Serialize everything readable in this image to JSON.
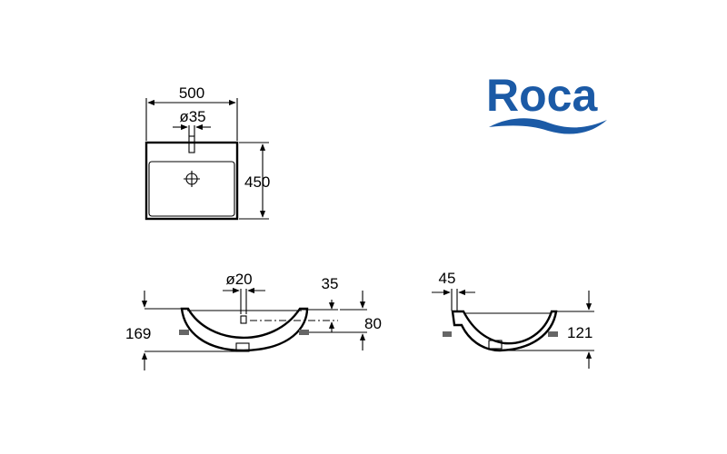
{
  "logo": {
    "text": "Roca",
    "text_color": "#1b5aa6",
    "wave_color": "#1b5aa6"
  },
  "top_view": {
    "width_label": "500",
    "tap_hole_label": "ø35",
    "depth_label": "450"
  },
  "front_view": {
    "waste_label": "ø20",
    "offset_label": "35",
    "overall_height_label": "169",
    "overflow_height_label": "80"
  },
  "side_view": {
    "offset_label": "45",
    "height_label": "121"
  }
}
